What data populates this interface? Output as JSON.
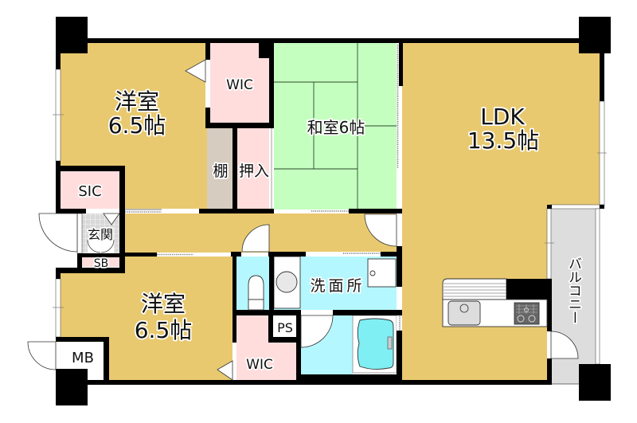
{
  "plan": {
    "colors": {
      "wall": "#000000",
      "western_floor": "#E9C96F",
      "tatami": "#C5FFC0",
      "storage": "#FFDDDD",
      "wet_area": "#B5F7FE",
      "balcony": "#DDDDDD",
      "shelf": "#D6CCC0",
      "entrance_tile": "#D8D8D8",
      "white": "#FFFFFF"
    },
    "rooms": {
      "western_upper": {
        "name": "洋室",
        "size": "6.5帖"
      },
      "wic_upper": {
        "name": "WIC"
      },
      "shelf": {
        "name": "棚"
      },
      "closet": {
        "name": "押入"
      },
      "japanese_room": {
        "name": "和室6帖"
      },
      "ldk": {
        "name": "LDK",
        "size": "13.5帖"
      },
      "sic": {
        "name": "SIC"
      },
      "entrance": {
        "name": "玄関"
      },
      "shoe_box": {
        "name": "SB"
      },
      "western_lower": {
        "name": "洋室",
        "size": "6.5帖"
      },
      "mb": {
        "name": "MB"
      },
      "washroom": {
        "name": "洗面所"
      },
      "ps": {
        "name": "PS"
      },
      "wic_lower": {
        "name": "WIC"
      },
      "balcony": {
        "name": "バルコニー"
      }
    }
  }
}
